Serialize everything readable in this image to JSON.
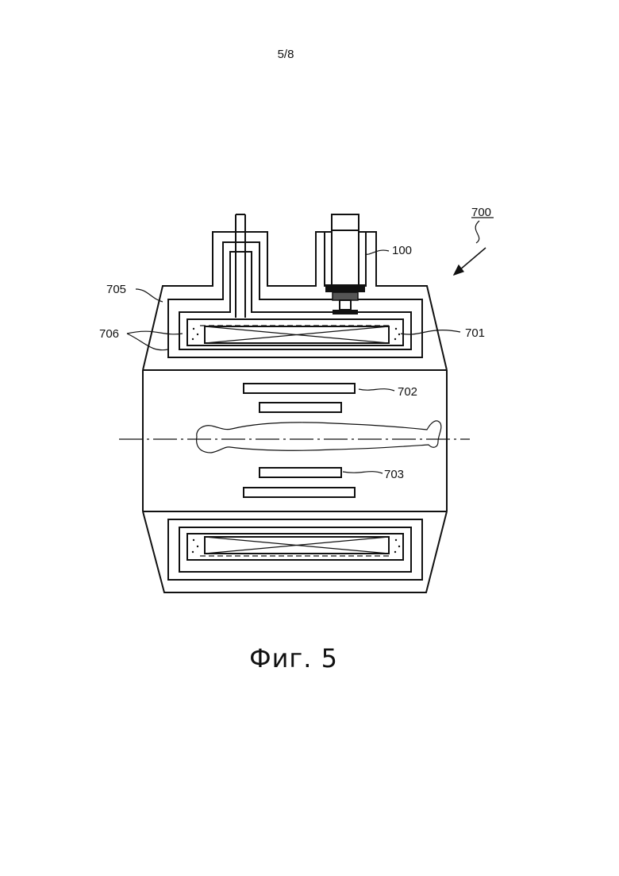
{
  "page": {
    "number": "5/8"
  },
  "figure": {
    "caption": "Фиг. 5",
    "labels": {
      "system": "700",
      "refrigerator": "100",
      "vacuum_vessel": "705",
      "thermal_shields": "706",
      "superconducting_coil": "701",
      "upper_gradient_coil": "702",
      "lower_gradient_coil": "703"
    }
  }
}
